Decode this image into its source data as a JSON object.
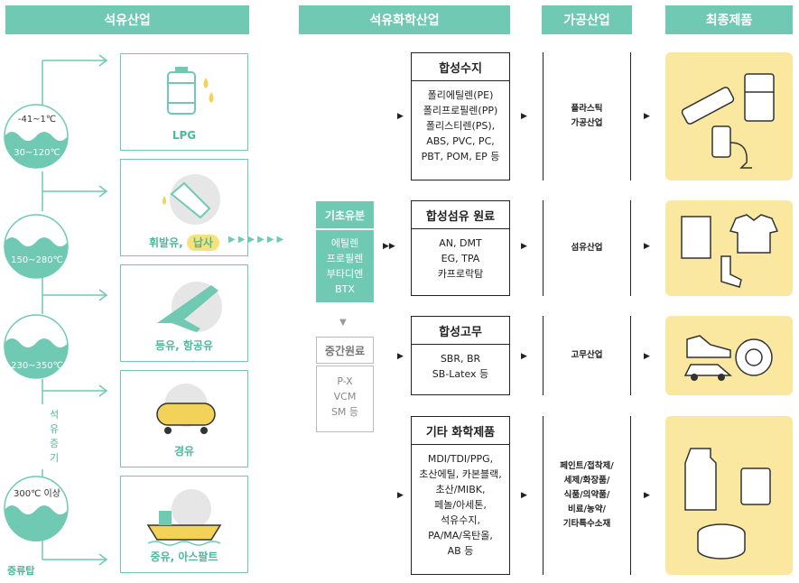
{
  "headers": {
    "oil_industry": "석유산업",
    "petrochem": "석유화학산업",
    "processing": "가공산업",
    "final": "최종제품"
  },
  "tower": {
    "temps": [
      "-41~1℃",
      "30~120℃",
      "150~280℃",
      "230~350℃",
      "300℃ 이상"
    ],
    "label": "증류탑",
    "vertical_label": [
      "석",
      "유",
      "증",
      "기"
    ]
  },
  "fractions": [
    "LPG",
    "휘발유,",
    "납사",
    "등유, 항공유",
    "경유",
    "중유, 아스팔트"
  ],
  "base": {
    "title": "기초유분",
    "items": [
      "에틸렌",
      "프로필렌",
      "부타디엔",
      "BTX"
    ]
  },
  "intermediate": {
    "title": "중간원료",
    "items": [
      "P-X",
      "VCM",
      "SM 등"
    ]
  },
  "blocks": [
    {
      "title": "합성수지",
      "lines": [
        "폴리에틸렌(PE)",
        "폴리프로필렌(PP)",
        "폴리스티렌(PS),",
        "ABS, PVC, PC,",
        "PBT, POM, EP 등"
      ]
    },
    {
      "title": "합성섬유 원료",
      "lines": [
        "AN, DMT",
        "EG, TPA",
        "카프로락탐"
      ]
    },
    {
      "title": "합성고무",
      "lines": [
        "SBR, BR",
        "SB-Latex 등"
      ]
    },
    {
      "title": "기타 화학제품",
      "lines": [
        "MDI/TDI/PPG,",
        "초산에틸, 카본블랙,",
        "초산/MIBK,",
        "페놀/아세톤,",
        "석유수지,",
        "PA/MA/옥탄올,",
        "AB 등"
      ]
    }
  ],
  "processes": [
    [
      "플라스틱",
      "가공산업"
    ],
    [
      "섬유산업"
    ],
    [
      "고무산업"
    ],
    [
      "페인트/접착제/",
      "세제/화장품/",
      "식품/의약품/",
      "비료/농약/",
      "기타특수소재"
    ]
  ],
  "colors": {
    "teal": "#6fc9b3",
    "yellow": "#fbe8a0",
    "naphtha": "#f7e27a"
  }
}
